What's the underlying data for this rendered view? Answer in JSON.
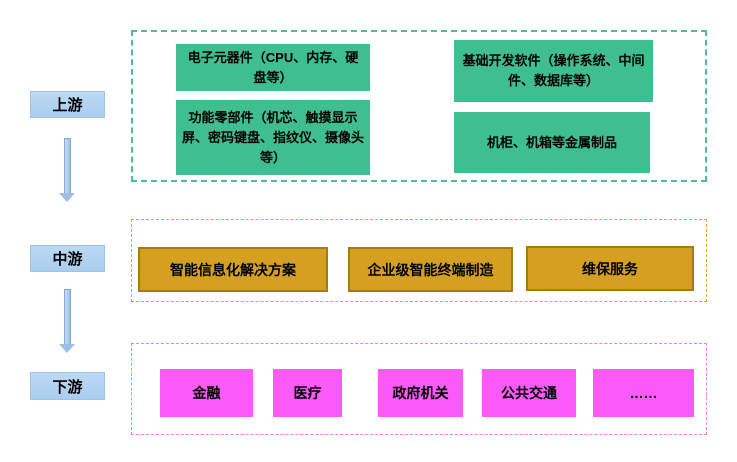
{
  "colors": {
    "stage-bg": "#A9CDEE",
    "arrow-fill": "#9CC0E4",
    "arrow-edge": "#7FA9D0",
    "up-box": "#3FBF8F",
    "up-border": "#4BC096",
    "mid-box": "#D5A021",
    "mid-box-border": "#A57C14",
    "mid-border": "#DFA23C",
    "down-box": "#FA5AF8",
    "down-border": "#F07CE8"
  },
  "stages": {
    "upstream": {
      "label": "上游",
      "items": [
        "电子元器件（CPU、内存、硬盘等）",
        "基础开发软件（操作系统、中间件、数据库等）",
        "功能零部件（机芯、触摸显示屏、密码键盘、指纹仪、摄像头等）",
        "机柜、机箱等金属制品"
      ]
    },
    "midstream": {
      "label": "中游",
      "items": [
        "智能信息化解决方案",
        "企业级智能终端制造",
        "维保服务"
      ]
    },
    "downstream": {
      "label": "下游",
      "items": [
        "金融",
        "医疗",
        "政府机关",
        "公共交通",
        "……"
      ]
    }
  }
}
